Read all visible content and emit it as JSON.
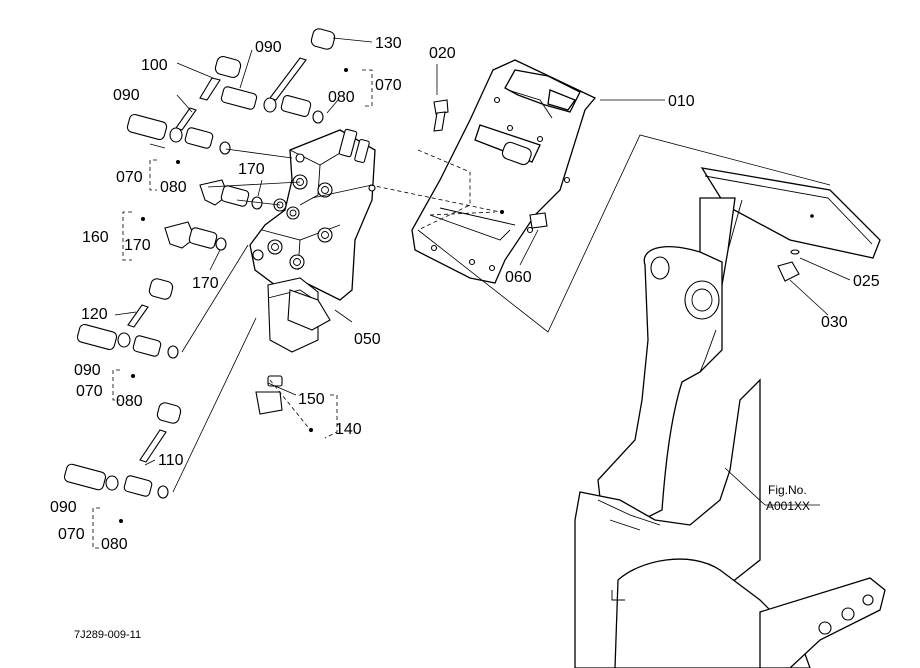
{
  "figure_number_label": "Fig.No.",
  "figure_number": "A001XX",
  "drawing_code": "7J289-009-11",
  "callouts": {
    "c010": "010",
    "c020": "020",
    "c025": "025",
    "c030": "030",
    "c050": "050",
    "c060": "060",
    "c070a": "070",
    "c070b": "070",
    "c070c": "070",
    "c070d": "070",
    "c080a": "080",
    "c080b": "080",
    "c080c": "080",
    "c080d": "080",
    "c090a": "090",
    "c090b": "090",
    "c090c": "090",
    "c090d": "090",
    "c100": "100",
    "c110": "110",
    "c120": "120",
    "c130": "130",
    "c140": "140",
    "c150": "150",
    "c160": "160",
    "c170a": "170",
    "c170b": "170",
    "c170c": "170"
  }
}
